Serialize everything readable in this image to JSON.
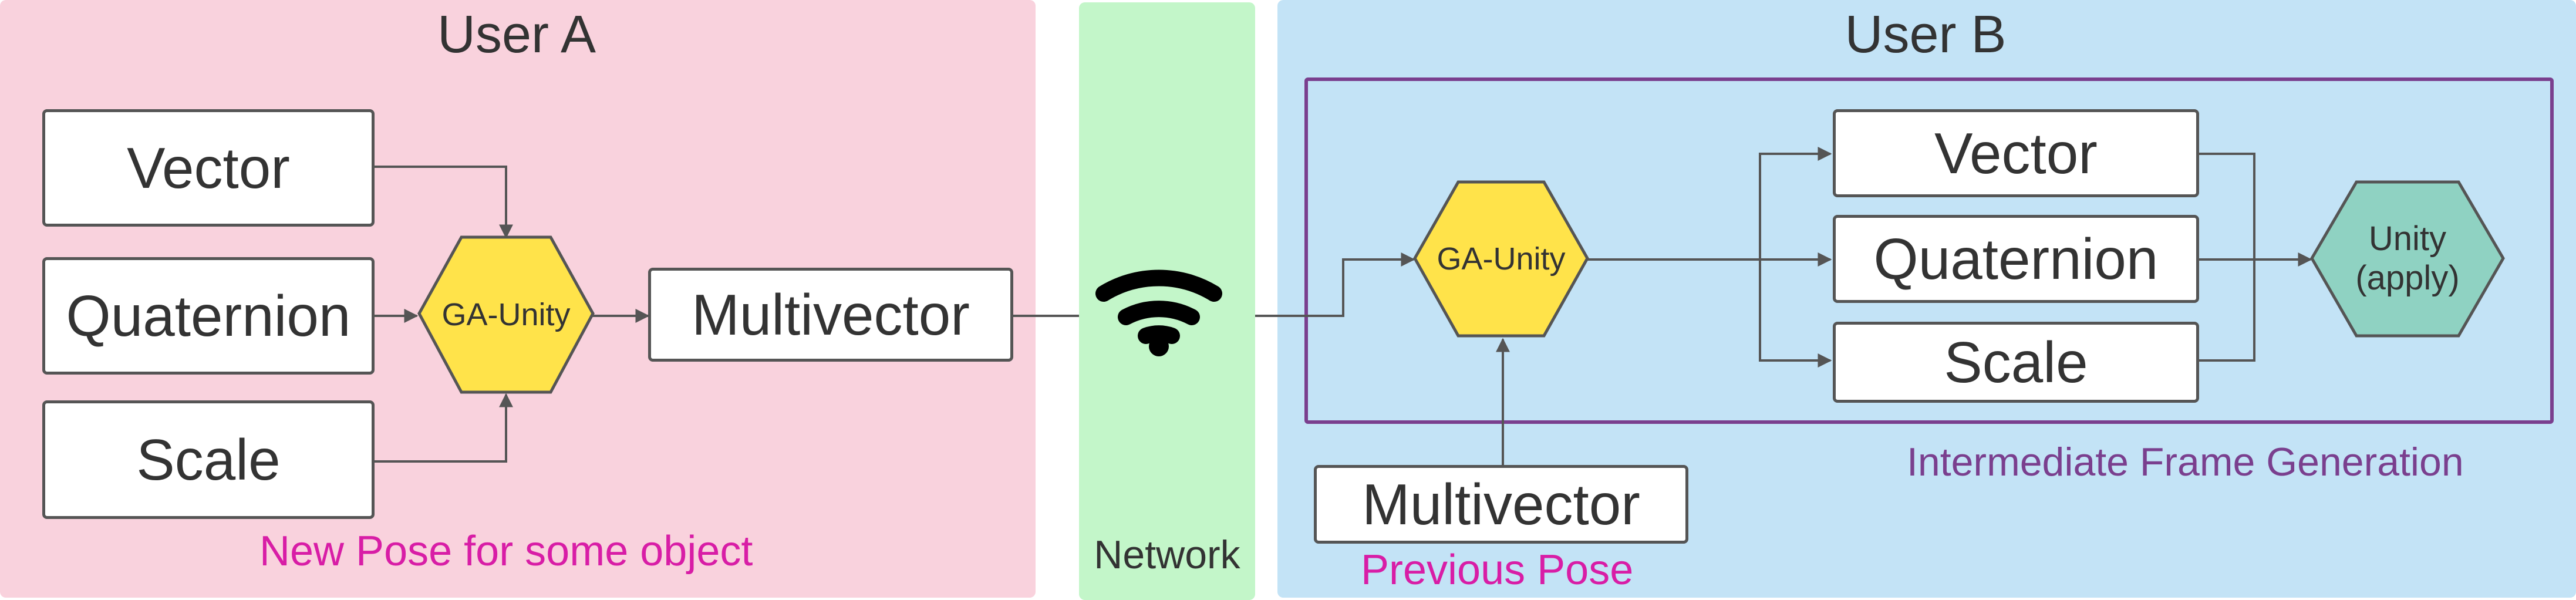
{
  "colors": {
    "user_a_bg": "#f9d2dd",
    "network_bg": "#c3f6c9",
    "user_b_bg": "#c3e3f6",
    "frame_border": "#7a3f8e",
    "hex_yellow": "#ffe34a",
    "hex_teal": "#8fd2c2",
    "caption_magenta": "#d81da6",
    "caption_purple": "#7a3f8e",
    "wire": "#555555"
  },
  "user_a": {
    "title": "User A",
    "vector": "Vector",
    "quaternion": "Quaternion",
    "scale": "Scale",
    "ga_unity": "GA-Unity",
    "multivector": "Multivector",
    "caption": "New Pose for some object"
  },
  "network": {
    "label": "Network",
    "icon": "wifi-icon"
  },
  "user_b": {
    "title": "User B",
    "ga_unity": "GA-Unity",
    "vector": "Vector",
    "quaternion": "Quaternion",
    "scale": "Scale",
    "unity_apply": "Unity\n(apply)",
    "frame_caption": "Intermediate Frame Generation",
    "multivector": "Multivector",
    "previous_caption": "Previous Pose"
  }
}
